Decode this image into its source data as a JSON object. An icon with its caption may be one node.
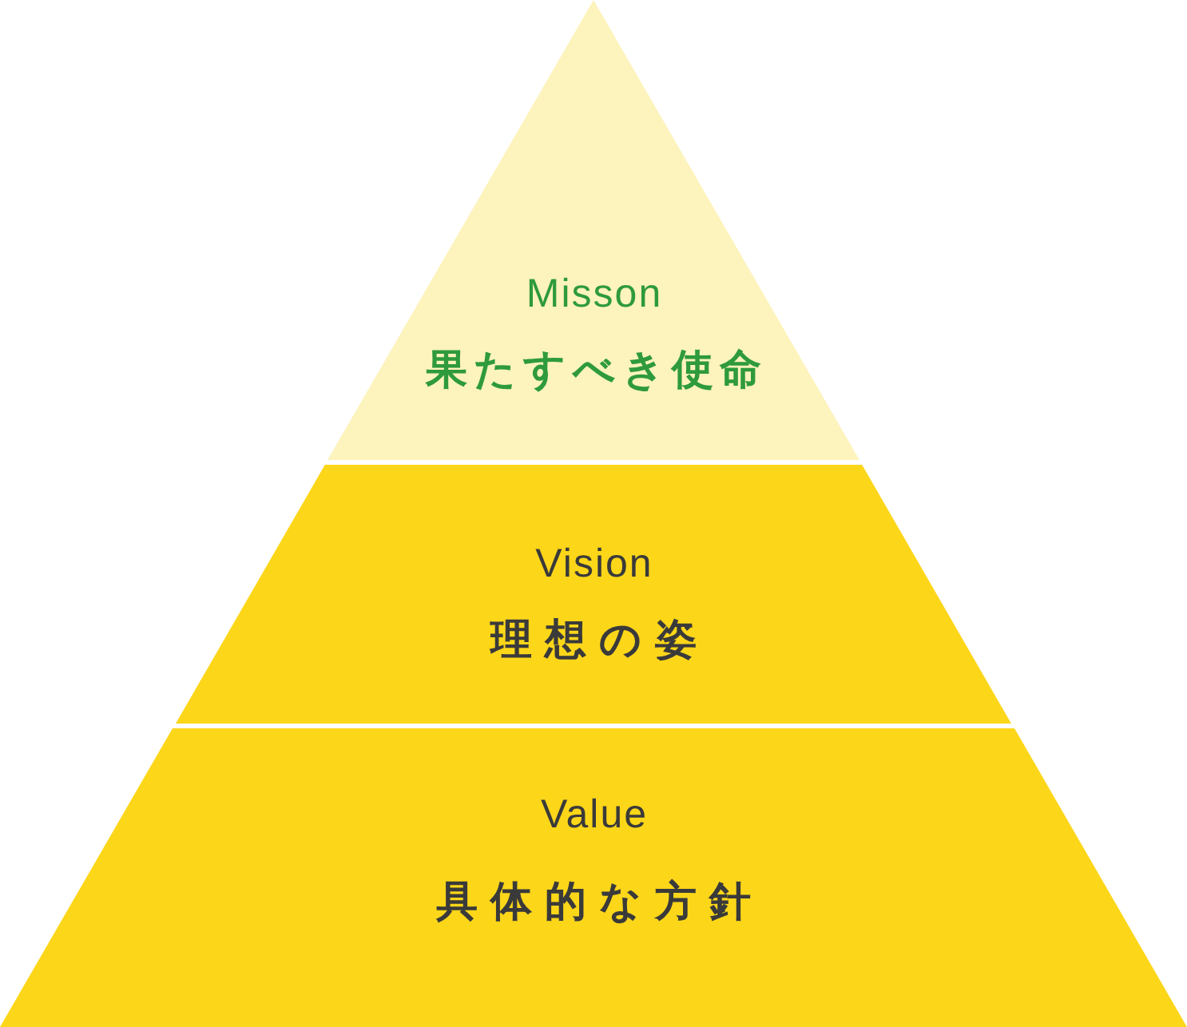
{
  "diagram": {
    "nodes": [
      {
        "text": [
          "Misson",
          "果たすべき使命"
        ]
      },
      {
        "text": [
          "Vision",
          "理想の姿"
        ]
      },
      {
        "text": [
          "Value",
          "具体的な方針"
        ]
      }
    ]
  }
}
